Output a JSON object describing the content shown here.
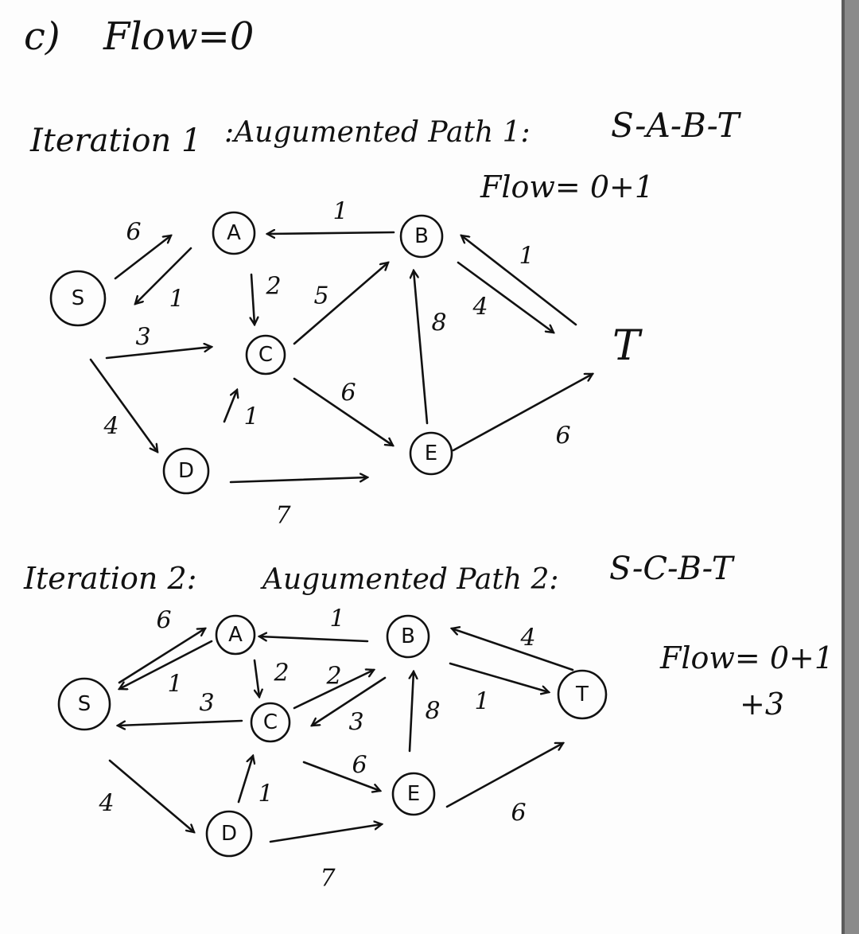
{
  "header": {
    "part": "c)",
    "text": "Flow=0"
  },
  "iteration1": {
    "title": "Iteration 1",
    "path_label": ":Augumented Path 1:",
    "path": "S-A-B-T",
    "flow": "Flow= 0+1",
    "nodes": [
      "S",
      "A",
      "B",
      "C",
      "D",
      "E",
      "T"
    ],
    "edges": [
      {
        "from": "S",
        "to": "A",
        "label": "6"
      },
      {
        "from": "A",
        "to": "S",
        "label": "1"
      },
      {
        "from": "B",
        "to": "A",
        "label": "1"
      },
      {
        "from": "A",
        "to": "C",
        "label": "2"
      },
      {
        "from": "C",
        "to": "B",
        "label": "5"
      },
      {
        "from": "S",
        "to": "C",
        "label": "3"
      },
      {
        "from": "S",
        "to": "D",
        "label": "4"
      },
      {
        "from": "D",
        "to": "C",
        "label": "1"
      },
      {
        "from": "C",
        "to": "E",
        "label": "6"
      },
      {
        "from": "D",
        "to": "E",
        "label": "7"
      },
      {
        "from": "E",
        "to": "B",
        "label": "8"
      },
      {
        "from": "B",
        "to": "T",
        "label": "4"
      },
      {
        "from": "T",
        "to": "B",
        "label": "1"
      },
      {
        "from": "E",
        "to": "T",
        "label": "6"
      }
    ]
  },
  "iteration2": {
    "title": "Iteration 2:",
    "path_label": "Augumented Path 2:",
    "path": "S-C-B-T",
    "flow_line1": "Flow= 0+1",
    "flow_line2": "+3",
    "nodes": [
      "S",
      "A",
      "B",
      "C",
      "D",
      "E",
      "T"
    ],
    "edges": [
      {
        "from": "S",
        "to": "A",
        "label": "6"
      },
      {
        "from": "A",
        "to": "S",
        "label": "1"
      },
      {
        "from": "B",
        "to": "A",
        "label": "1"
      },
      {
        "from": "A",
        "to": "C",
        "label": "2"
      },
      {
        "from": "C",
        "to": "S",
        "label": "3"
      },
      {
        "from": "C",
        "to": "B",
        "label": "2"
      },
      {
        "from": "B",
        "to": "C",
        "label": "3"
      },
      {
        "from": "T",
        "to": "B",
        "label": "4"
      },
      {
        "from": "B",
        "to": "T",
        "label": "1"
      },
      {
        "from": "E",
        "to": "B",
        "label": "8"
      },
      {
        "from": "D",
        "to": "C",
        "label": "1"
      },
      {
        "from": "C",
        "to": "E",
        "label": "6"
      },
      {
        "from": "S",
        "to": "D",
        "label": "4"
      },
      {
        "from": "D",
        "to": "E",
        "label": "7"
      },
      {
        "from": "E",
        "to": "T",
        "label": "6"
      }
    ]
  }
}
